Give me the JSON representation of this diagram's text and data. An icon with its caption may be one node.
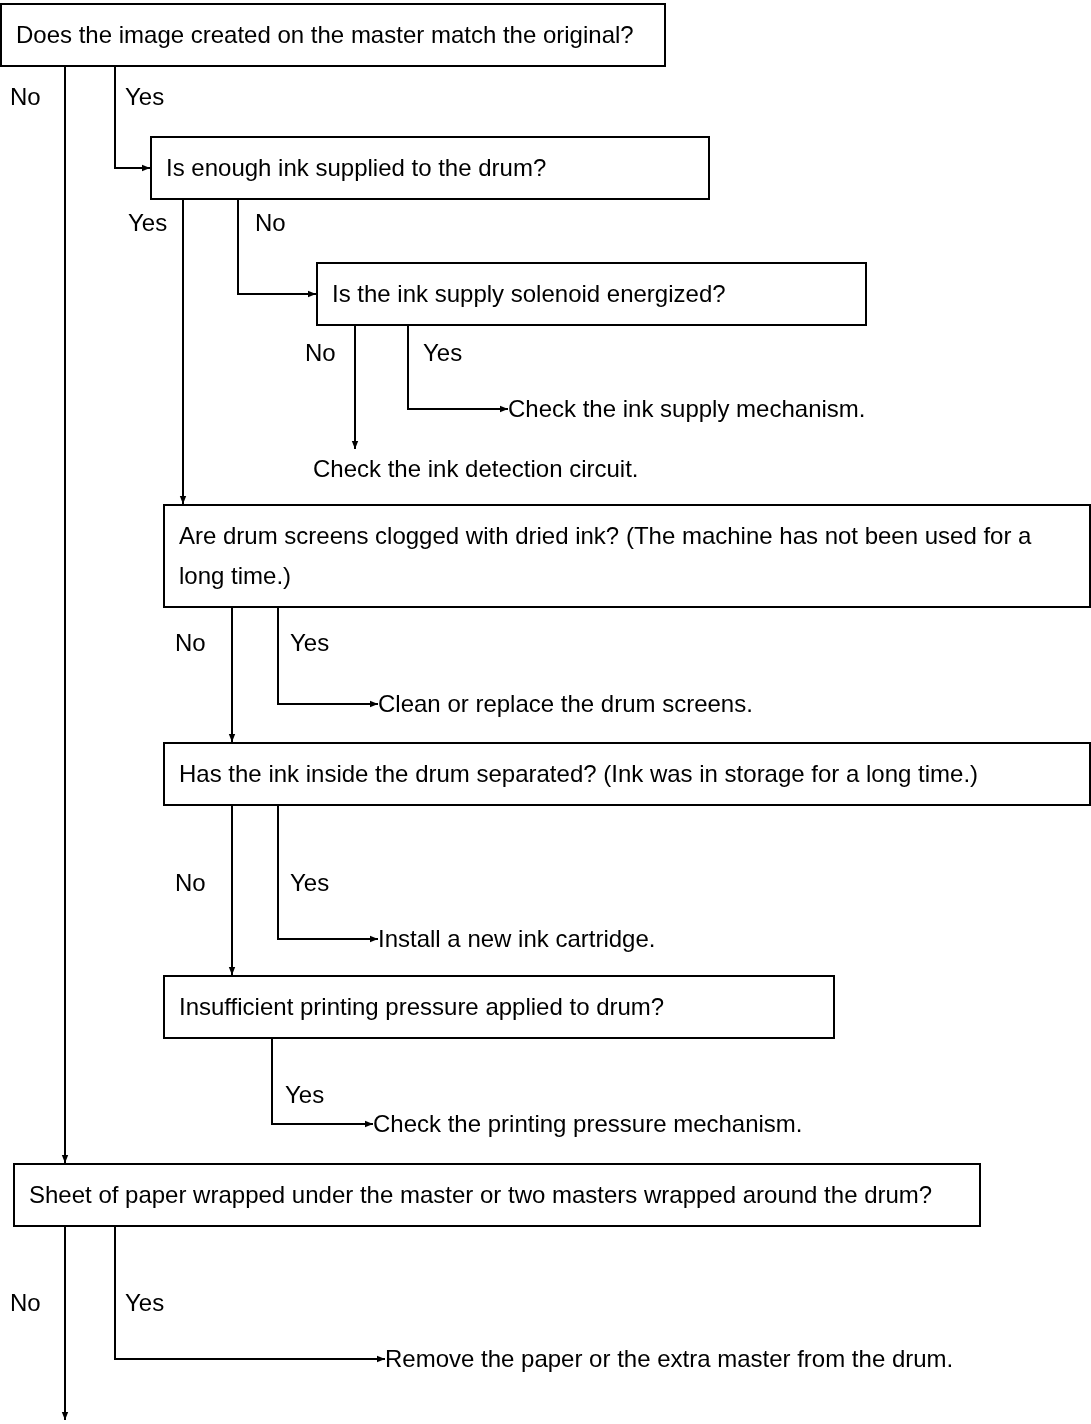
{
  "diagram": {
    "nodes": [
      {
        "text": [
          "Does the image created on the master match the original?"
        ]
      },
      {
        "text": [
          "Is enough ink supplied to the drum?"
        ]
      },
      {
        "text": [
          "Is the ink supply solenoid energized?"
        ]
      },
      {
        "text": [
          "Check the ink supply mechanism."
        ]
      },
      {
        "text": [
          "Check the ink detection circuit."
        ]
      },
      {
        "text": [
          "Are drum screens clogged with dried ink? (The machine has not been used for a long time.)"
        ]
      },
      {
        "text": [
          "Clean or replace the drum screens."
        ]
      },
      {
        "text": [
          "Has the ink inside the drum separated? (Ink was in storage for a long time.)"
        ]
      },
      {
        "text": [
          "Install a new ink cartridge."
        ]
      },
      {
        "text": [
          "Insufficient printing pressure applied to drum?"
        ]
      },
      {
        "text": [
          "Check the printing pressure mechanism."
        ]
      },
      {
        "text": [
          "Sheet of paper wrapped under the master or two masters wrapped around the drum?"
        ]
      },
      {
        "text": [
          "Remove the paper or the extra master from the drum."
        ]
      }
    ],
    "edges": [
      {
        "from": 0,
        "to": 11,
        "arrow": "to",
        "label": "No"
      },
      {
        "from": 0,
        "to": 1,
        "arrow": "to",
        "label": "Yes"
      },
      {
        "from": 1,
        "to": 5,
        "arrow": "to",
        "label": "Yes"
      },
      {
        "from": 1,
        "to": 2,
        "arrow": "to",
        "label": "No"
      },
      {
        "from": 2,
        "to": 4,
        "arrow": "to",
        "label": "No"
      },
      {
        "from": 2,
        "to": 3,
        "arrow": "to",
        "label": "Yes"
      },
      {
        "from": 5,
        "to": 7,
        "arrow": "to",
        "label": "No"
      },
      {
        "from": 5,
        "to": 6,
        "arrow": "to",
        "label": "Yes"
      },
      {
        "from": 7,
        "to": 9,
        "arrow": "to",
        "label": "No"
      },
      {
        "from": 7,
        "to": 8,
        "arrow": "to",
        "label": "Yes"
      },
      {
        "from": 9,
        "to": 10,
        "arrow": "to",
        "label": "Yes"
      },
      {
        "from": 11,
        "to": 12,
        "arrow": "to",
        "label": "Yes"
      },
      {
        "from": 11,
        "to": null,
        "arrow": "to",
        "label": "No"
      }
    ]
  }
}
